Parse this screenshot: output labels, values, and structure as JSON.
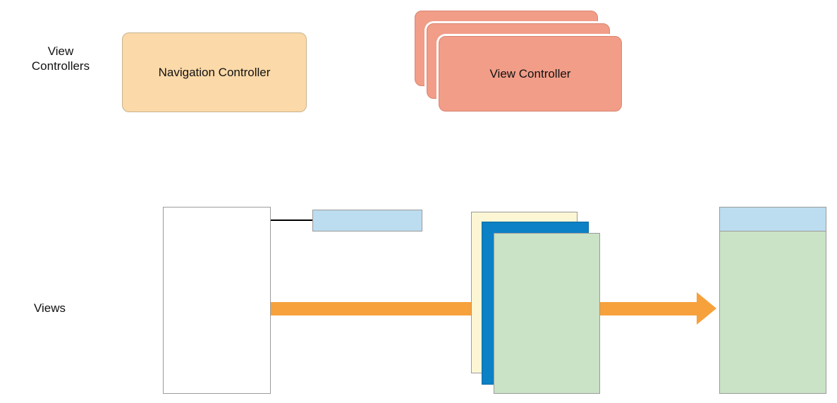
{
  "labels": {
    "view_controllers": "View Controllers",
    "views": "Views"
  },
  "boxes": {
    "navigation_controller": "Navigation Controller",
    "view_controller": "View Controller"
  },
  "colors": {
    "navigation_controller_fill": "#FBD9A8",
    "view_controller_fill": "#F19D88",
    "navigation_bar_fill": "#BBDDEF",
    "back_view_fill": "#FCF6D5",
    "middle_view_fill": "#0C81C5",
    "front_view_fill": "#CAE2C6",
    "arrow": "#F6A13C",
    "connector": "#000000",
    "border_gray": "#9B9B9B"
  }
}
